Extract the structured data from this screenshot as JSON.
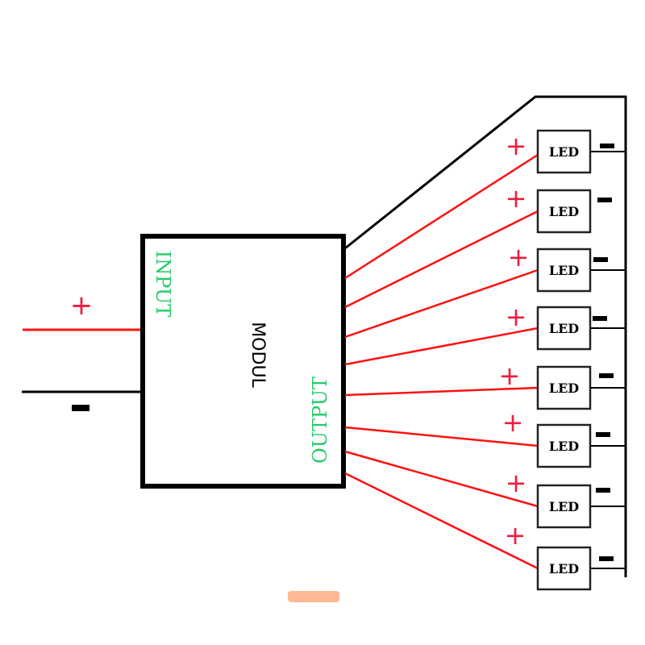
{
  "module": {
    "label": "MODUL",
    "input_label": "INPUT",
    "output_label": "OUTPUT"
  },
  "input": {
    "positive_label": "+",
    "negative_label": "-"
  },
  "leds": [
    {
      "label": "LED",
      "plus": "+",
      "minus": "-",
      "bus_connected": true
    },
    {
      "label": "LED",
      "plus": "+",
      "minus": "-",
      "bus_connected": false
    },
    {
      "label": "LED",
      "plus": "+",
      "minus": "-",
      "bus_connected": true
    },
    {
      "label": "LED",
      "plus": "+",
      "minus": "-",
      "bus_connected": true
    },
    {
      "label": "LED",
      "plus": "+",
      "minus": "-",
      "bus_connected": true
    },
    {
      "label": "LED",
      "plus": "+",
      "minus": "-",
      "bus_connected": true
    },
    {
      "label": "LED",
      "plus": "+",
      "minus": "-",
      "bus_connected": true
    },
    {
      "label": "LED",
      "plus": "+",
      "minus": "-",
      "bus_connected": true
    }
  ],
  "colors": {
    "positive": "#ee1c3a",
    "wire_red": "#ff1010",
    "negative": "#000000",
    "label_green": "#22cc66",
    "tab": "#ffb894"
  }
}
